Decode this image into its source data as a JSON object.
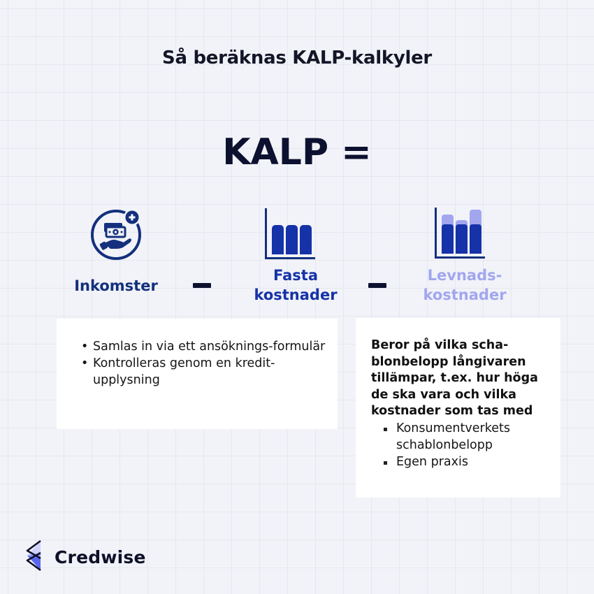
{
  "header": {
    "title": "Så beräknas KALP-kalkyler"
  },
  "formula": {
    "heading": "KALP =",
    "terms": [
      {
        "label": "Inkomster",
        "icon": "hand-money-plus-icon",
        "color": "#13307d"
      },
      {
        "operator": "minus"
      },
      {
        "label": "Fasta kostnader",
        "icon": "bar-chart-solid-icon",
        "color": "#1632a8"
      },
      {
        "operator": "minus"
      },
      {
        "label": "Levnads-kostnader",
        "icon": "bar-chart-stacked-icon",
        "color": "#a2a6ef"
      }
    ],
    "labels": {
      "income": "Inkomster",
      "fixed_line1": "Fasta",
      "fixed_line2": "kostnader",
      "living_line1": "Levnads-",
      "living_line2": "kostnader"
    }
  },
  "cards": {
    "income": {
      "bullets": [
        "Samlas in via ett ansöknings-formulär",
        "Kontrolleras genom en kredit-upplysning"
      ]
    },
    "living": {
      "lead": "Beror på vilka scha-blonbelopp långivaren tillämpar, t.ex. hur höga de ska vara och vilka kostnader som tas med",
      "bullets": [
        "Konsumentverkets schablonbelopp",
        "Egen praxis"
      ]
    }
  },
  "brand": {
    "name": "Credwise",
    "icon": "credwise-logo-icon"
  },
  "colors": {
    "background": "#f2f3f8",
    "navy": "#0d1130",
    "primary_blue": "#1632a8",
    "light_violet": "#a2a6ef",
    "card": "#ffffff"
  }
}
